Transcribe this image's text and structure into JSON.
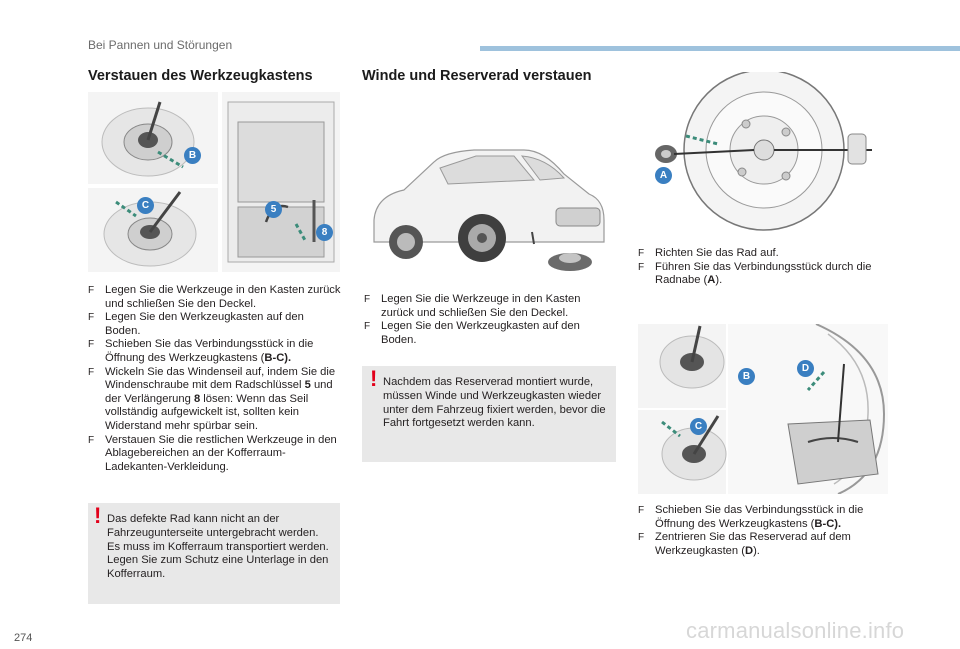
{
  "header": {
    "section": "Bei Pannen und Störungen"
  },
  "left": {
    "title": "Verstauen des Werkzeugkastens",
    "figure_labels": {
      "b1": "B",
      "c1": "C",
      "n5": "5",
      "n8": "8"
    },
    "bullet1_a": "Legen Sie die Werkzeuge in den Kasten zurück und schließen Sie den Deckel.",
    "bullet2_a": "Legen Sie den Werkzeugkasten auf den Boden.",
    "bullet3_pre": "Schieben Sie das Verbindungsstück in die Öffnung des Werkzeugkastens (",
    "bullet3_bold": "B-C).",
    "bullet4_pre": "Wickeln Sie das Windenseil auf, indem Sie die Windenschraube mit dem Radschlüssel ",
    "bullet4_b1": "5",
    "bullet4_mid": " und der Verlängerung ",
    "bullet4_b2": "8",
    "bullet4_post": " lösen: Wenn das Seil vollständig aufgewickelt ist, sollten kein Widerstand mehr spürbar sein.",
    "bullet5_a": "Verstauen Sie die restlichen Werkzeuge in den Ablagebereichen an der Kofferraum-Ladekanten-Verkleidung.",
    "warning": "Das defekte Rad kann nicht an der Fahrzeugunterseite untergebracht werden. Es muss im Kofferraum transportiert werden. Legen Sie zum Schutz eine Unterlage in den Kofferraum."
  },
  "middle": {
    "title": "Winde und Reserverad verstauen",
    "bullet1": "Legen Sie die Werkzeuge in den Kasten zurück und schließen Sie den Deckel.",
    "bullet2": "Legen Sie den Werkzeugkasten auf den Boden.",
    "warning": "Nachdem das Reserverad montiert wurde, müssen Winde und Werkzeugkasten wieder unter dem Fahrzeug fixiert werden, bevor die Fahrt fortgesetzt werden kann."
  },
  "right": {
    "figure_labels": {
      "a": "A",
      "b": "B",
      "c": "C",
      "d": "D"
    },
    "bullet1": "Richten Sie das Rad auf.",
    "bullet2_pre": "Führen Sie das Verbindungsstück durch die Radnabe (",
    "bullet2_bold": "A",
    "bullet2_post": ").",
    "bullet3_pre": "Schieben Sie das Verbindungsstück in die Öffnung des Werkzeugkastens (",
    "bullet3_bold": "B-C).",
    "bullet4_pre": "Zentrieren Sie das Reserverad auf dem Werkzeugkasten (",
    "bullet4_bold": "D",
    "bullet4_post": ")."
  },
  "footer": {
    "page_number": "274",
    "watermark": "carmanualsonline.info"
  },
  "colors": {
    "accent_bar": "#9ec2dd",
    "callout_blue": "#3a7fc1",
    "arrow_green": "#3c8c7a",
    "warning_red": "#e2001a",
    "warning_bg": "#e8e8e8"
  },
  "bullet_marker": "F"
}
